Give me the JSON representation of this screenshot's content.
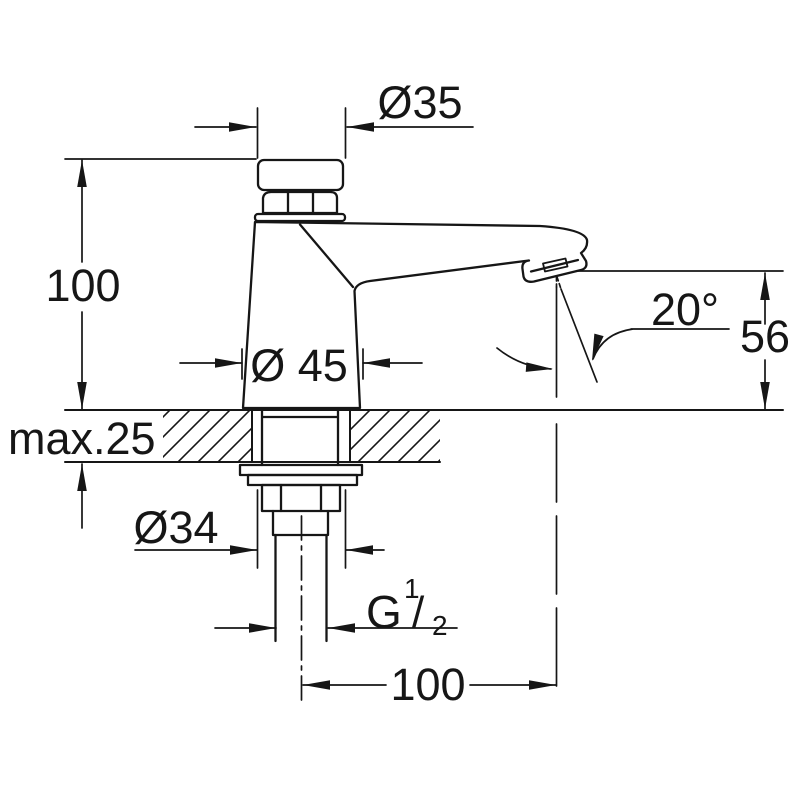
{
  "drawing": {
    "colors": {
      "line": "#161616",
      "background": "#ffffff"
    },
    "labels": {
      "cap_diameter": "Ø35",
      "overall_height": "100",
      "body_diameter": "Ø 45",
      "spout_angle": "20°",
      "outlet_height": "56",
      "max_deck_thickness": "max.25",
      "shank_diameter": "Ø34",
      "thread_prefix": "G",
      "thread_numerator": "1",
      "thread_slash": "/",
      "thread_denominator": "2",
      "spout_reach": "100"
    }
  }
}
